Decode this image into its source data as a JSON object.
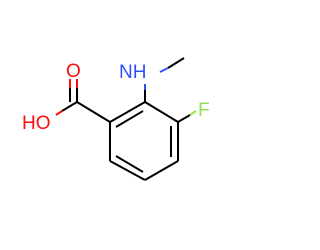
{
  "molecule": {
    "atoms": {
      "carbonyl_oxygen": {
        "label": "O",
        "color": "#ff0d0d"
      },
      "hydroxyl": {
        "label": "HO",
        "color": "#ff0d0d"
      },
      "amine": {
        "label": "NH",
        "color": "#3050f8"
      },
      "fluorine": {
        "label": "F",
        "color": "#90e050"
      }
    },
    "bond_color": "#000000"
  }
}
